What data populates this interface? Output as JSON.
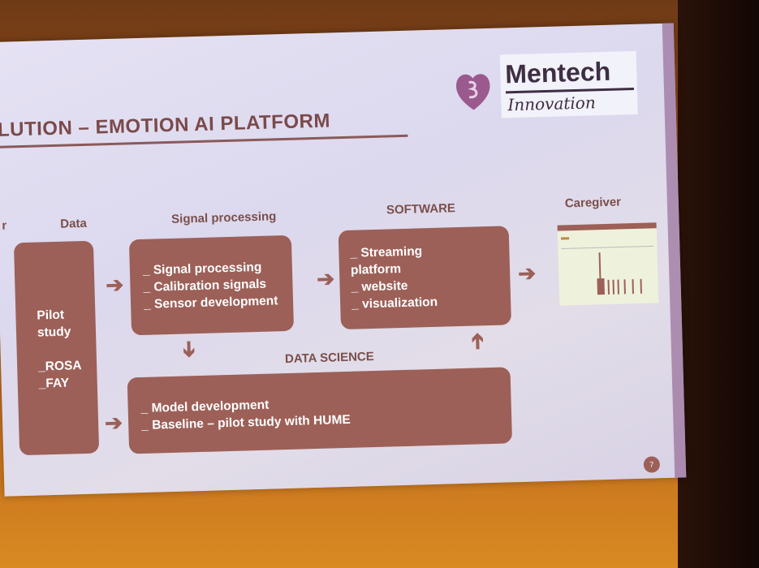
{
  "slide": {
    "title": "LUTION – EMOTION AI PLATFORM",
    "logo": {
      "name": "Mentech",
      "tagline": "Innovation"
    },
    "headers": {
      "left_cut": "r",
      "data": "Data",
      "signal": "Signal processing",
      "software": "SOFTWARE",
      "caregiver": "Caregiver",
      "data_science": "DATA SCIENCE"
    },
    "data_box": {
      "lines": [
        "Pilot",
        "study",
        "",
        "_ROSA",
        "_FAY"
      ]
    },
    "signal_box": {
      "lines": [
        "_ Signal processing",
        "_ Calibration signals",
        "_ Sensor development"
      ]
    },
    "software_box": {
      "lines": [
        "_ Streaming",
        "platform",
        "_ website",
        "_ visualization"
      ]
    },
    "data_science_box": {
      "lines": [
        "_ Model development",
        "_ Baseline – pilot study with HUME"
      ]
    },
    "page_number": "7",
    "colors": {
      "box": "#9c6058",
      "title": "#7a4a4a",
      "background": "#e2dff0"
    }
  }
}
